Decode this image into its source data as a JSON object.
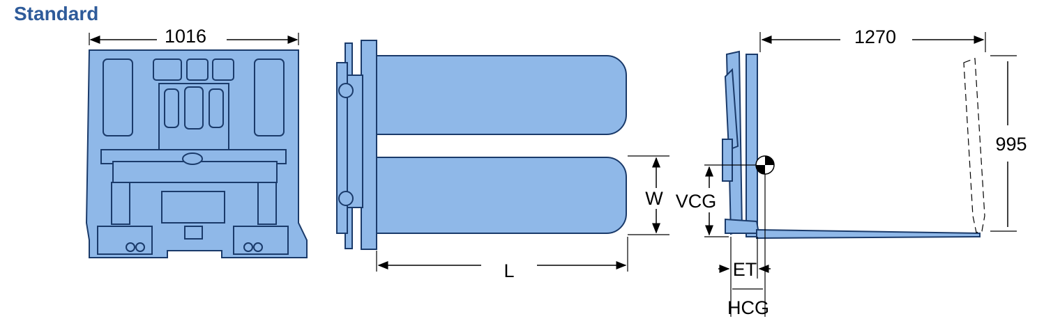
{
  "title": "Standard",
  "dimensions": {
    "front_width": "1016",
    "fork_length": "L",
    "arm_width": "W",
    "vcg": "VCG",
    "et": "ET",
    "hcg": "HCG",
    "side_depth": "1270",
    "side_height": "995"
  },
  "colors": {
    "title": "#2e5b9a",
    "body_fill": "#8fb8e8",
    "outline": "#1a3a6a"
  }
}
